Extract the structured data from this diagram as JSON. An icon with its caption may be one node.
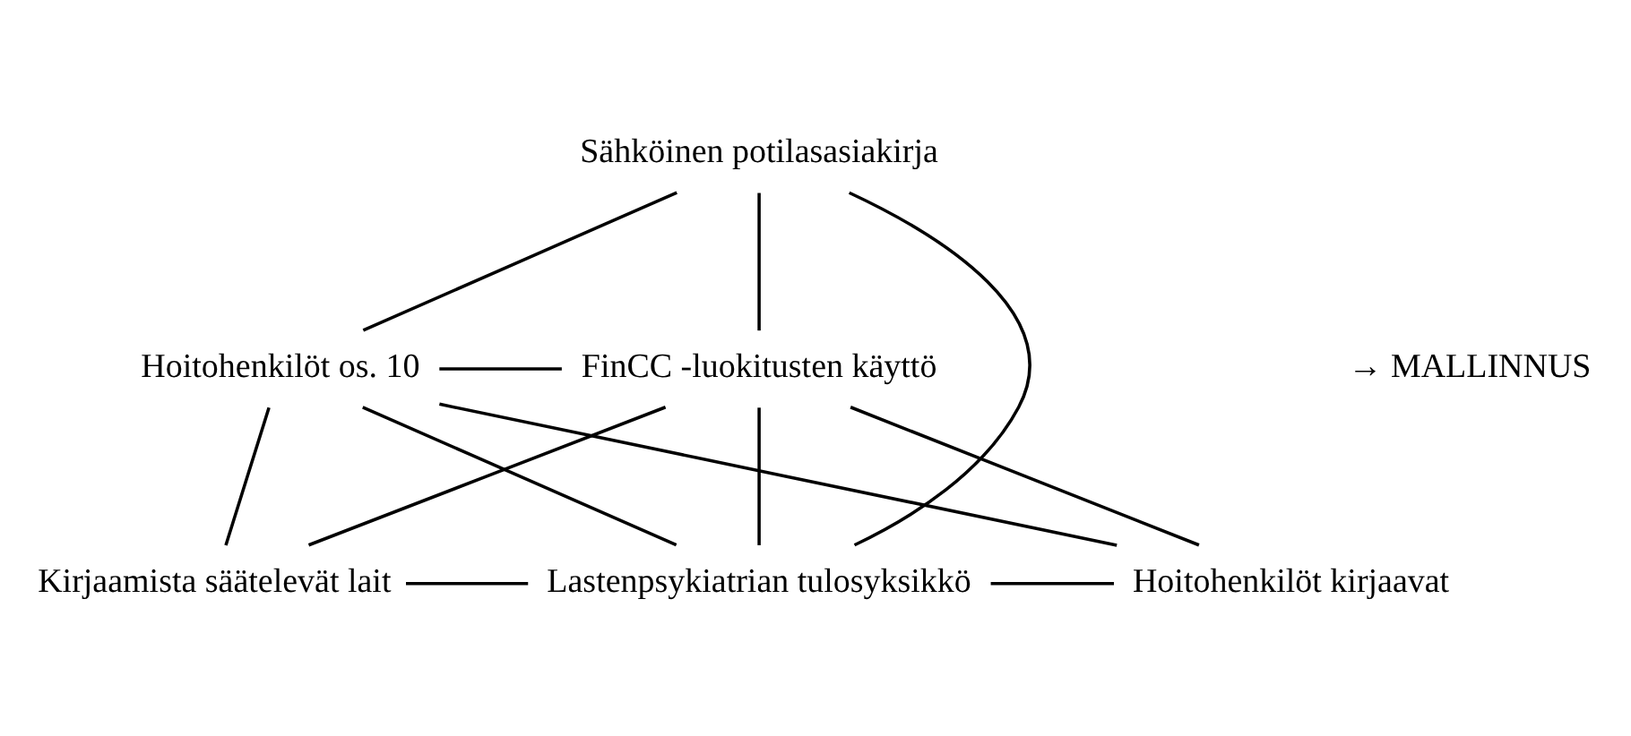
{
  "diagram": {
    "nodes": [
      {
        "text": [
          "Sähköinen potilasasiakirja"
        ]
      },
      {
        "text": [
          "Hoitohenkilöt os. 10"
        ]
      },
      {
        "text": [
          "FinCC -luokitusten käyttö"
        ]
      },
      {
        "text": [
          "Kirjaamista säätelevät lait"
        ]
      },
      {
        "text": [
          "Lastenpsykiatrian tulosyksikkö"
        ]
      },
      {
        "text": [
          "Hoitohenkilöt kirjaavat"
        ]
      }
    ],
    "edges": [
      {
        "from": 0,
        "to": 1,
        "arrow": "none"
      },
      {
        "from": 1,
        "to": 3,
        "arrow": "none"
      },
      {
        "from": 0,
        "to": 2,
        "arrow": "none"
      },
      {
        "from": 2,
        "to": 5,
        "arrow": "none"
      },
      {
        "from": 3,
        "to": 4,
        "arrow": "none"
      },
      {
        "from": 4,
        "to": 5,
        "arrow": "none"
      },
      {
        "from": 0,
        "to": 4,
        "arrow": "none"
      },
      {
        "from": 1,
        "to": 2,
        "arrow": "none"
      },
      {
        "from": 1,
        "to": 4,
        "arrow": "none"
      },
      {
        "from": 2,
        "to": 4,
        "arrow": "none"
      },
      {
        "from": 1,
        "to": 5,
        "arrow": "none"
      },
      {
        "from": 2,
        "to": 3,
        "arrow": "none"
      }
    ],
    "labels": [
      "→ MALLINNUS"
    ]
  }
}
